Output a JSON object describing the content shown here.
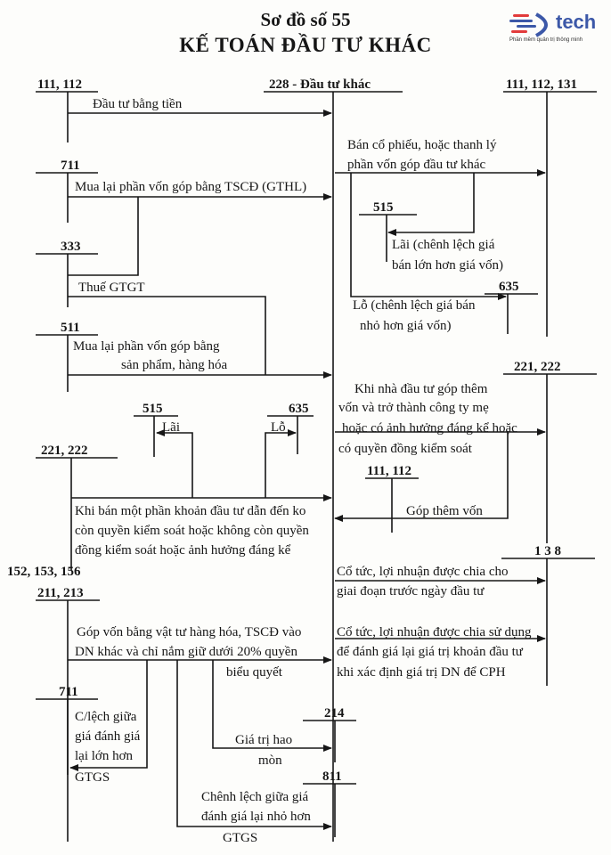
{
  "title": "Sơ đồ số 55",
  "subtitle": "KẾ TOÁN ĐẦU TƯ KHÁC",
  "logo": {
    "brand": "tech",
    "tagline": "Phần mềm quản trị thông minh",
    "color": "#3c58a8",
    "accent": "#e23b3b"
  },
  "accounts": {
    "a111_112_top": "111, 112",
    "center_228": "228 - Đầu tư khác",
    "a111_112_131": "111, 112, 131",
    "a711_top": "711",
    "a515_right": "515",
    "a333": "333",
    "a635_right": "635",
    "a511": "511",
    "a221_222_right": "221, 222",
    "a515_mid": "515",
    "a635_mid": "635",
    "a221_222_left": "221, 222",
    "a111_112_right": "111, 112",
    "a138": "1 3 8",
    "a152_153_156": "152, 153, 156",
    "a211_213": "211, 213",
    "a711_bottom": "711",
    "a214": "214",
    "a811": "811"
  },
  "labels": {
    "dau_tu_bang_tien": "Đầu tư bằng tiền",
    "ban_co_phieu_1": "Bán cổ phiếu, hoặc thanh lý",
    "ban_co_phieu_2": "phần vốn góp đầu tư khác",
    "mua_lai_tscd": "Mua lại phần vốn góp bằng TSCĐ (GTHL)",
    "lai_1": "Lãi (chênh lệch giá",
    "lai_2": "bán lớn hơn giá vốn)",
    "thue_gtgt": "Thuế GTGT",
    "lo_1": "Lỗ (chênh lệch giá bán",
    "lo_2": "nhỏ hơn giá vốn)",
    "mua_lai_sp_1": "Mua lại phần vốn góp bằng",
    "mua_lai_sp_2": "sản phẩm, hàng hóa",
    "nha_dt_1": "Khi nhà đầu tư góp thêm",
    "nha_dt_2": "vốn và trở thành công ty mẹ",
    "nha_dt_3": "hoặc có ảnh hưởng đáng kể hoặc",
    "nha_dt_4": "có quyền đồng kiểm soát",
    "lai_mid": "Lãi",
    "lo_mid": "Lỗ",
    "gop_them_von": "Góp thêm vốn",
    "khi_ban_1": "Khi bán một phần khoản đầu tư dẫn đến ko",
    "khi_ban_2": "còn quyền kiểm soát hoặc không còn quyền",
    "khi_ban_3": "đồng kiểm soát hoặc ảnh hưởng đáng kể",
    "co_tuc1_1": "Cổ tức, lợi nhuận được chia cho",
    "co_tuc1_2": "giai đoạn trước ngày đầu tư",
    "gop_von_1": "Góp vốn bằng vật tư hàng hóa, TSCĐ vào",
    "gop_von_2": "DN khác và chỉ nắm giữ dưới 20% quyền",
    "gop_von_3": "biểu quyết",
    "co_tuc2_1": "Cổ tức, lợi nhuận được chia sử dụng",
    "co_tuc2_2": "để đánh giá lại giá trị khoản đầu tư",
    "co_tuc2_3": "khi xác định giá trị DN để CPH",
    "clech_lon_1": "C/lệch giữa",
    "clech_lon_2": "giá đánh giá",
    "clech_lon_3": "lại lớn hơn",
    "clech_lon_4": "GTGS",
    "gia_tri_hao_1": "Giá trị hao",
    "gia_tri_hao_2": "mòn",
    "clech_nho_1": "Chênh lệch giữa giá",
    "clech_nho_2": "đánh giá lại nhỏ hơn",
    "clech_nho_3": "GTGS"
  }
}
